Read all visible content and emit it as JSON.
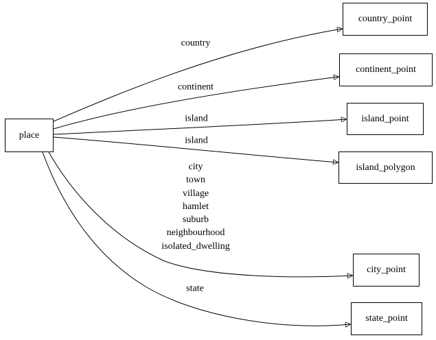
{
  "diagram": {
    "kind": "directed-graph",
    "background": "#ffffff",
    "stroke_color": "#000000",
    "text_color": "#000000",
    "nodes": {
      "place": {
        "label": "place"
      },
      "country_point": {
        "label": "country_point"
      },
      "continent_point": {
        "label": "continent_point"
      },
      "island_point": {
        "label": "island_point"
      },
      "island_polygon": {
        "label": "island_polygon"
      },
      "city_point": {
        "label": "city_point"
      },
      "state_point": {
        "label": "state_point"
      }
    },
    "edges": {
      "country": {
        "from": "place",
        "to": "country_point",
        "label": "country"
      },
      "continent": {
        "from": "place",
        "to": "continent_point",
        "label": "continent"
      },
      "island_to_point": {
        "from": "place",
        "to": "island_point",
        "label": "island"
      },
      "island_to_polygon": {
        "from": "place",
        "to": "island_polygon",
        "label": "island"
      },
      "city": {
        "from": "place",
        "to": "city_point",
        "label_lines": [
          "city",
          "town",
          "village",
          "hamlet",
          "suburb",
          "neighbourhood",
          "isolated_dwelling"
        ]
      },
      "state": {
        "from": "place",
        "to": "state_point",
        "label": "state"
      }
    }
  }
}
